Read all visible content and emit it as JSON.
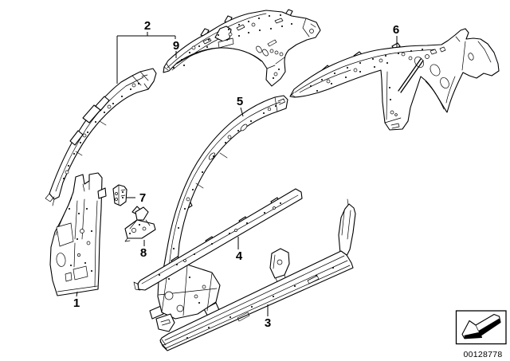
{
  "diagram": {
    "description": "body-side-frame-parts-line-diagram",
    "background_color": "#ffffff",
    "line_color": "#000000",
    "callouts": {
      "c1": {
        "label": "1"
      },
      "c2": {
        "label": "2"
      },
      "c3": {
        "label": "3"
      },
      "c4": {
        "label": "4"
      },
      "c5": {
        "label": "5"
      },
      "c6": {
        "label": "6"
      },
      "c7": {
        "label": "7"
      },
      "c8": {
        "label": "8"
      },
      "c9": {
        "label": "9"
      }
    },
    "stamp": {
      "number": "00128778",
      "icon": "arrow-down-left-icon"
    }
  }
}
